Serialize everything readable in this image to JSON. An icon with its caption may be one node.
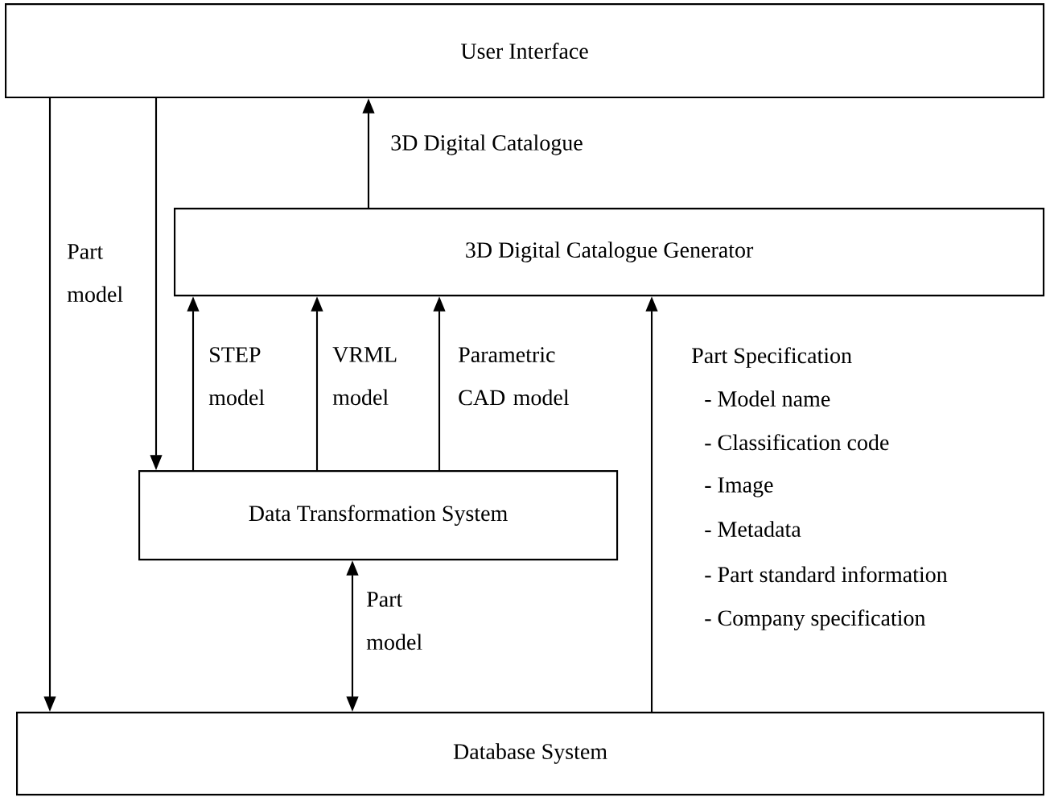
{
  "diagram": {
    "nodes": [
      {
        "text": [
          "User Interface"
        ]
      },
      {
        "text": [
          "3D Digital Catalogue Generator"
        ]
      },
      {
        "text": [
          "Data Transformation System"
        ]
      },
      {
        "text": [
          "Database System"
        ]
      }
    ],
    "edges": [
      {
        "from": 0,
        "to": 3,
        "arrow": "to"
      },
      {
        "from": 0,
        "to": 2,
        "arrow": "to",
        "label": "Part model"
      },
      {
        "from": 1,
        "to": 0,
        "arrow": "to",
        "label": "3D Digital Catalogue"
      },
      {
        "from": 2,
        "to": 1,
        "arrow": "to",
        "label": "STEP model"
      },
      {
        "from": 2,
        "to": 1,
        "arrow": "to",
        "label": "VRML model"
      },
      {
        "from": 2,
        "to": 1,
        "arrow": "to",
        "label": "Parametric CAD model"
      },
      {
        "from": 2,
        "to": 3,
        "arrow": "both",
        "label": "Part model"
      },
      {
        "from": 3,
        "to": 1,
        "arrow": "to",
        "label": "Part Specification"
      }
    ],
    "labels": [
      "- Model name",
      "- Classification code",
      "- Image",
      "- Metadata",
      "- Part standard information",
      "- Company specification"
    ]
  }
}
